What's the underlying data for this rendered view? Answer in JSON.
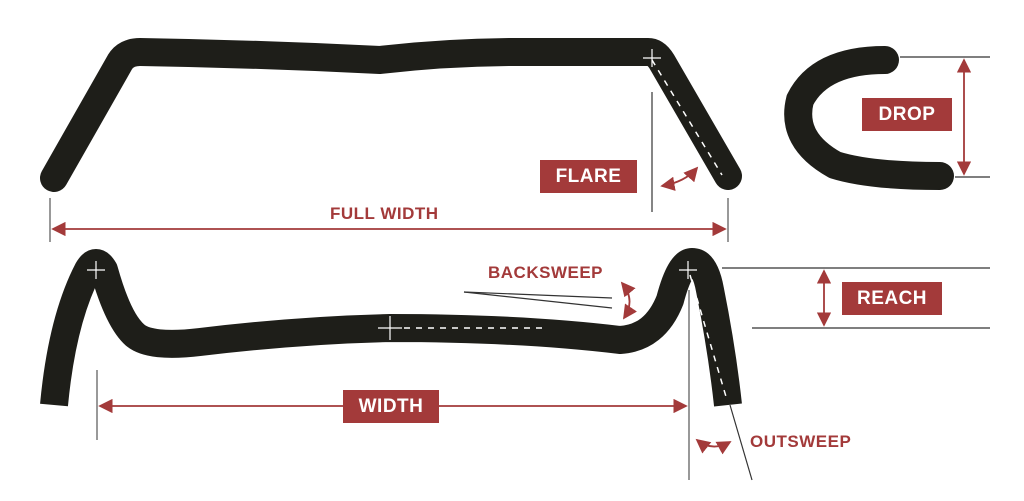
{
  "labels": {
    "flare": "FLARE",
    "drop": "DROP",
    "full_width": "FULL WIDTH",
    "backsweep": "BACKSWEEP",
    "reach": "REACH",
    "width": "WIDTH",
    "outsweep": "OUTSWEEP"
  },
  "colors": {
    "accent": "#a33a3a",
    "bar": "#1e1e19",
    "line": "#555555"
  }
}
